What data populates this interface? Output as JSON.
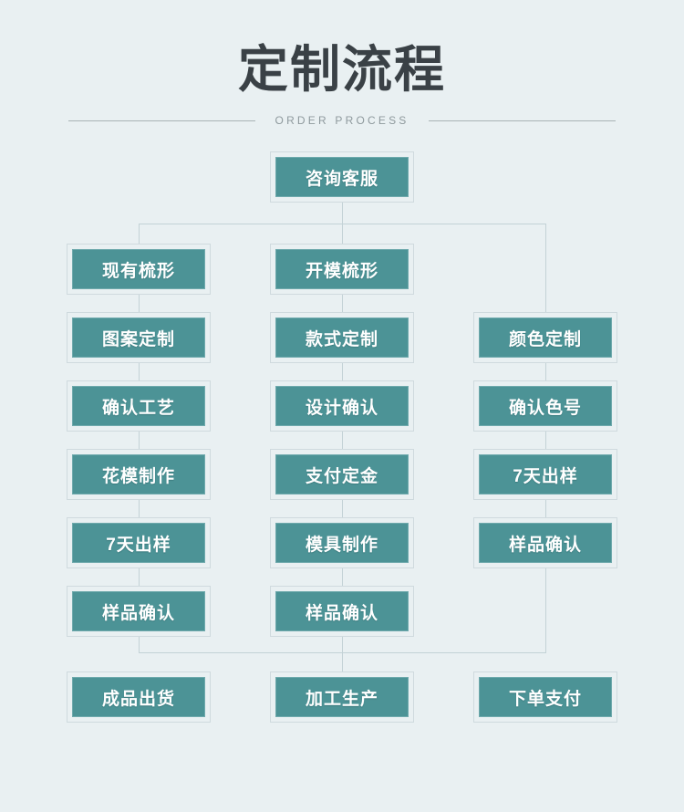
{
  "header": {
    "title": "定制流程",
    "subtitle": "ORDER PROCESS"
  },
  "colors": {
    "background": "#e9f0f2",
    "node_fill": "#4c9396",
    "node_border": "#6faaad",
    "node_outer_frame": "#cfdade",
    "connector": "#c3d2d6",
    "title_text": "#3a4146",
    "subtitle_text": "#8e999d",
    "node_text": "#ffffff"
  },
  "flow": {
    "root": {
      "label": "咨询客服"
    },
    "columns": [
      {
        "id": "existing-comb",
        "steps": [
          {
            "label": "现有梳形"
          },
          {
            "label": "图案定制"
          },
          {
            "label": "确认工艺"
          },
          {
            "label": "花模制作"
          },
          {
            "label": "7天出样"
          },
          {
            "label": "样品确认"
          }
        ],
        "terminal": {
          "label": "成品出货"
        }
      },
      {
        "id": "new-mold-comb",
        "steps": [
          {
            "label": "开模梳形"
          },
          {
            "label": "款式定制"
          },
          {
            "label": "设计确认"
          },
          {
            "label": "支付定金"
          },
          {
            "label": "模具制作"
          },
          {
            "label": "样品确认"
          }
        ],
        "terminal": {
          "label": "加工生产"
        }
      },
      {
        "id": "color-custom",
        "steps": [
          {
            "label": "颜色定制"
          },
          {
            "label": "确认色号"
          },
          {
            "label": "7天出样"
          },
          {
            "label": "样品确认"
          }
        ],
        "terminal": {
          "label": "下单支付"
        }
      }
    ]
  }
}
